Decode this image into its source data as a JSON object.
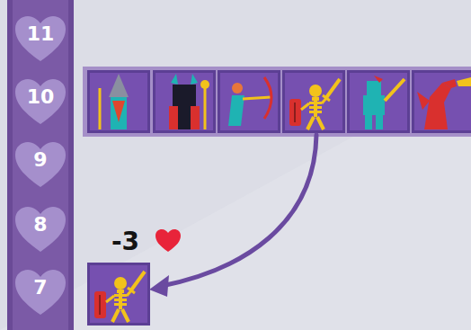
{
  "diagram": {
    "nodes": [
      {
        "text": [
          "11"
        ]
      },
      {
        "text": [
          "10"
        ]
      },
      {
        "text": [
          "9"
        ]
      },
      {
        "text": [
          "8"
        ]
      },
      {
        "text": [
          "7"
        ]
      }
    ],
    "labels": [
      "-3"
    ]
  }
}
